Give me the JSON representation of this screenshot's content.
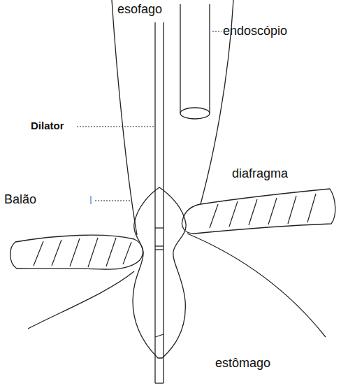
{
  "diagram": {
    "labels": [
      "esofago",
      "endoscópio",
      "Dilator",
      "Balão",
      "diafragma",
      "estômago"
    ]
  }
}
